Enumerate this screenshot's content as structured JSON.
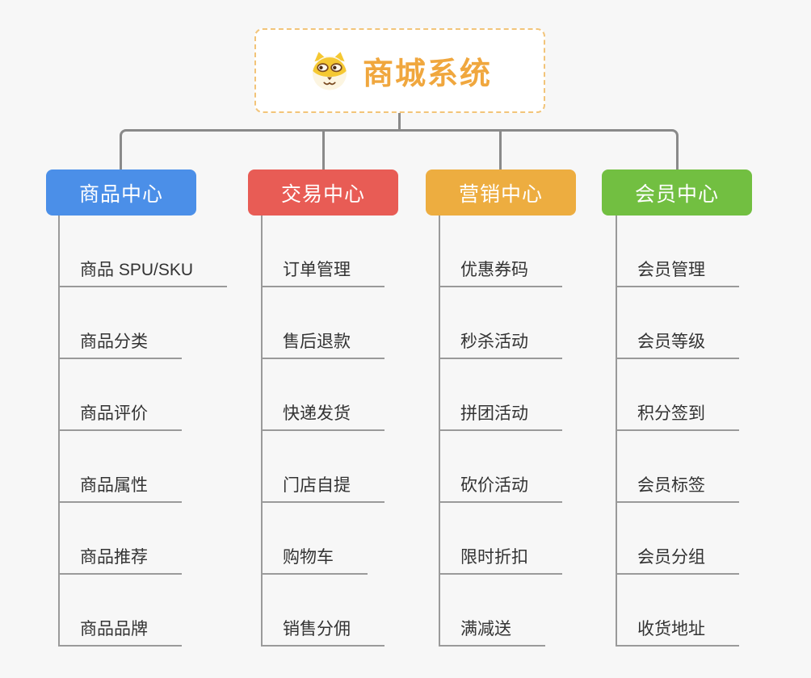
{
  "root": {
    "title": "商城系统",
    "icon": "shiba-dog-icon"
  },
  "colors": {
    "background": "#f7f7f7",
    "root_text": "#f0a73e",
    "root_border": "#f2c479",
    "connector": "#8a8a8a",
    "child_line": "#9a9a9a",
    "child_text": "#333333"
  },
  "branches": [
    {
      "label": "商品中心",
      "color": "#4b8fe8",
      "children": [
        "商品 SPU/SKU",
        "商品分类",
        "商品评价",
        "商品属性",
        "商品推荐",
        "商品品牌"
      ]
    },
    {
      "label": "交易中心",
      "color": "#e85c55",
      "children": [
        "订单管理",
        "售后退款",
        "快递发货",
        "门店自提",
        "购物车",
        "销售分佣"
      ]
    },
    {
      "label": "营销中心",
      "color": "#edad40",
      "children": [
        "优惠券码",
        "秒杀活动",
        "拼团活动",
        "砍价活动",
        "限时折扣",
        "满减送"
      ]
    },
    {
      "label": "会员中心",
      "color": "#72bf41",
      "children": [
        "会员管理",
        "会员等级",
        "积分签到",
        "会员标签",
        "会员分组",
        "收货地址"
      ]
    }
  ]
}
